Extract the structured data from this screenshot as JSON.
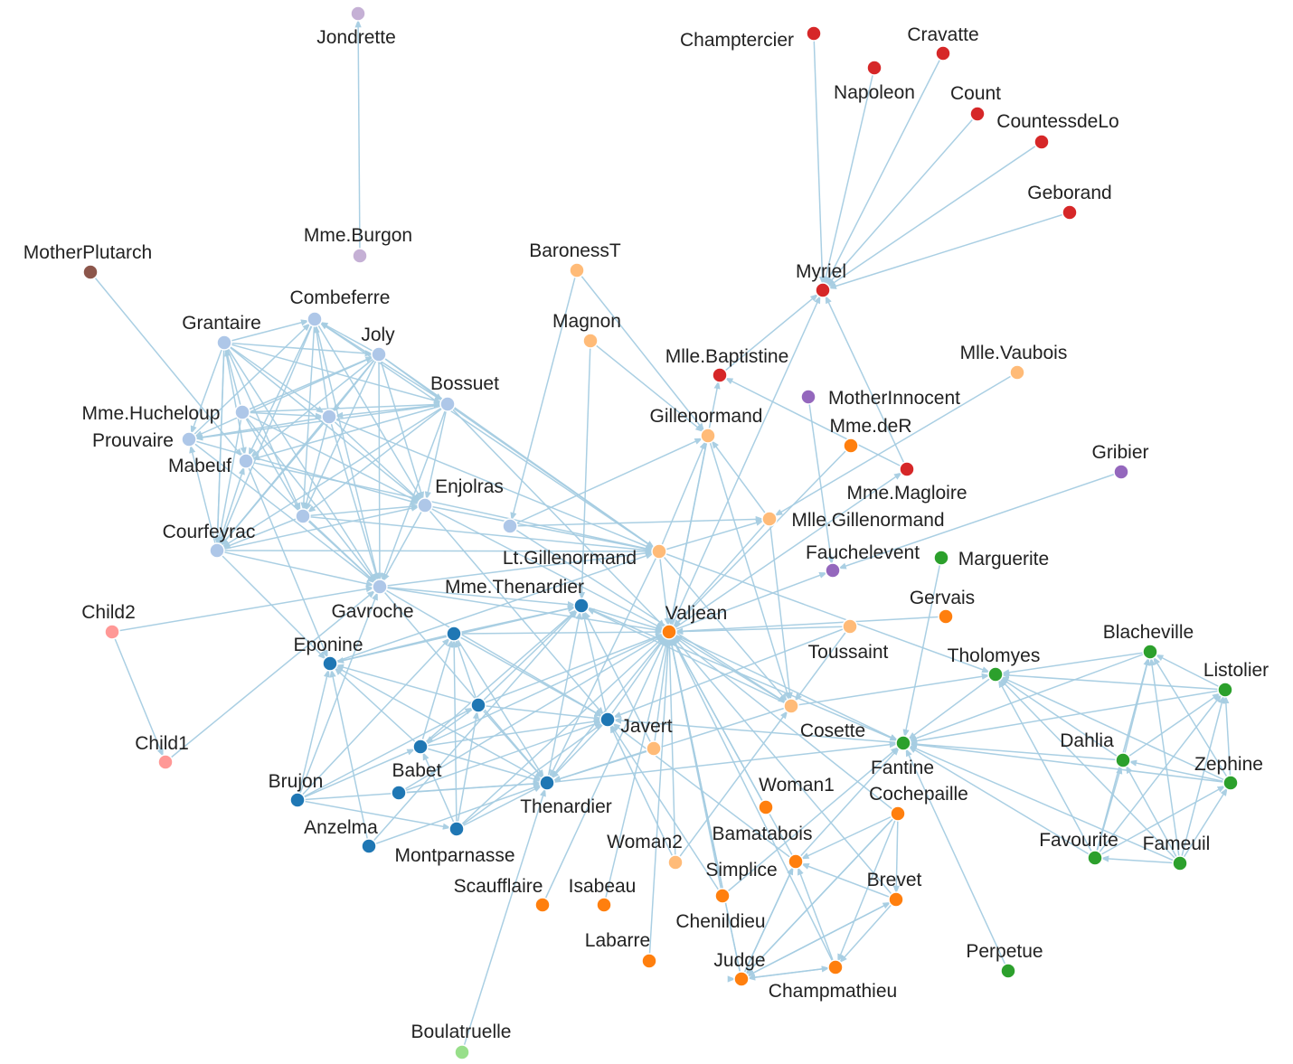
{
  "colors": {
    "edge": "#a6cde2",
    "groups": {
      "bishop": "#d62728",
      "valjean": "#ff7f0e",
      "fantine": "#2ca02c",
      "gillenormand": "#ffbb78",
      "friends": "#aec7e8",
      "thenardier": "#1f77b4",
      "convent": "#9467bd",
      "jondrette": "#c5b0d5",
      "plutarch": "#8c564b",
      "children": "#ff9896",
      "boulatruelle": "#98df8a"
    }
  },
  "nodes": [
    {
      "id": "Myriel",
      "label": "Myriel",
      "group": "bishop"
    },
    {
      "id": "Napoleon",
      "label": "Napoleon",
      "group": "bishop"
    },
    {
      "id": "MlleBaptistine",
      "label": "Mlle.Baptistine",
      "group": "bishop"
    },
    {
      "id": "MmeMagloire",
      "label": "Mme.Magloire",
      "group": "bishop"
    },
    {
      "id": "CountessdeLo",
      "label": "CountessdeLo",
      "group": "bishop"
    },
    {
      "id": "Geborand",
      "label": "Geborand",
      "group": "bishop"
    },
    {
      "id": "Champtercier",
      "label": "Champtercier",
      "group": "bishop"
    },
    {
      "id": "Cravatte",
      "label": "Cravatte",
      "group": "bishop"
    },
    {
      "id": "Count",
      "label": "Count",
      "group": "bishop"
    },
    {
      "id": "Valjean",
      "label": "Valjean",
      "group": "valjean"
    },
    {
      "id": "MmedeR",
      "label": "Mme.deR",
      "group": "valjean"
    },
    {
      "id": "Isabeau",
      "label": "Isabeau",
      "group": "valjean"
    },
    {
      "id": "Gervais",
      "label": "Gervais",
      "group": "valjean"
    },
    {
      "id": "Labarre",
      "label": "Labarre",
      "group": "valjean"
    },
    {
      "id": "Scaufflaire",
      "label": "Scaufflaire",
      "group": "valjean"
    },
    {
      "id": "Woman1",
      "label": "Woman1",
      "group": "valjean"
    },
    {
      "id": "Bamatabois",
      "label": "Bamatabois",
      "group": "valjean"
    },
    {
      "id": "Simplice",
      "label": "Simplice",
      "group": "valjean"
    },
    {
      "id": "Chenildieu",
      "label": "Chenildieu",
      "group": "valjean"
    },
    {
      "id": "Judge",
      "label": "Judge",
      "group": "valjean"
    },
    {
      "id": "Champmathieu",
      "label": "Champmathieu",
      "group": "valjean"
    },
    {
      "id": "Brevet",
      "label": "Brevet",
      "group": "valjean"
    },
    {
      "id": "Cochepaille",
      "label": "Cochepaille",
      "group": "valjean"
    },
    {
      "id": "Fantine",
      "label": "Fantine",
      "group": "fantine"
    },
    {
      "id": "Tholomyes",
      "label": "Tholomyes",
      "group": "fantine"
    },
    {
      "id": "Blacheville",
      "label": "Blacheville",
      "group": "fantine"
    },
    {
      "id": "Listolier",
      "label": "Listolier",
      "group": "fantine"
    },
    {
      "id": "Dahlia",
      "label": "Dahlia",
      "group": "fantine"
    },
    {
      "id": "Zephine",
      "label": "Zephine",
      "group": "fantine"
    },
    {
      "id": "Favourite",
      "label": "Favourite",
      "group": "fantine"
    },
    {
      "id": "Fameuil",
      "label": "Fameuil",
      "group": "fantine"
    },
    {
      "id": "Marguerite",
      "label": "Marguerite",
      "group": "fantine"
    },
    {
      "id": "Perpetue",
      "label": "Perpetue",
      "group": "fantine"
    },
    {
      "id": "BaronessT",
      "label": "BaronessT",
      "group": "gillenormand"
    },
    {
      "id": "Magnon",
      "label": "Magnon",
      "group": "gillenormand"
    },
    {
      "id": "Gillenormand",
      "label": "Gillenormand",
      "group": "gillenormand"
    },
    {
      "id": "MlleVaubois",
      "label": "Mlle.Vaubois",
      "group": "gillenormand"
    },
    {
      "id": "MlleGillenormand",
      "label": "Mlle.Gillenormand",
      "group": "gillenormand"
    },
    {
      "id": "Marius",
      "label": "",
      "group": "gillenormand"
    },
    {
      "id": "Toussaint",
      "label": "Toussaint",
      "group": "gillenormand"
    },
    {
      "id": "Cosette",
      "label": "Cosette",
      "group": "gillenormand"
    },
    {
      "id": "Woman2",
      "label": "Woman2",
      "group": "gillenormand"
    },
    {
      "id": "Pontmercy",
      "label": "",
      "group": "gillenormand"
    },
    {
      "id": "Jondrette",
      "label": "Jondrette",
      "group": "jondrette"
    },
    {
      "id": "MmeBurgon",
      "label": "Mme.Burgon",
      "group": "jondrette"
    },
    {
      "id": "MotherPlutarch",
      "label": "MotherPlutarch",
      "group": "plutarch"
    },
    {
      "id": "Combeferre",
      "label": "Combeferre",
      "group": "friends"
    },
    {
      "id": "Grantaire",
      "label": "Grantaire",
      "group": "friends"
    },
    {
      "id": "Joly",
      "label": "Joly",
      "group": "friends"
    },
    {
      "id": "Bossuet",
      "label": "Bossuet",
      "group": "friends"
    },
    {
      "id": "MmeHucheloup",
      "label": "Mme.Hucheloup",
      "group": "friends"
    },
    {
      "id": "Prouvaire",
      "label": "Prouvaire",
      "group": "friends"
    },
    {
      "id": "Mabeuf",
      "label": "Mabeuf",
      "group": "friends"
    },
    {
      "id": "Feuilly",
      "label": "",
      "group": "friends"
    },
    {
      "id": "Enjolras",
      "label": "Enjolras",
      "group": "friends"
    },
    {
      "id": "Bahorel",
      "label": "",
      "group": "friends"
    },
    {
      "id": "Courfeyrac",
      "label": "Courfeyrac",
      "group": "friends"
    },
    {
      "id": "LtGillenormand",
      "label": "Lt.Gillenormand",
      "group": "friends"
    },
    {
      "id": "Gavroche",
      "label": "Gavroche",
      "group": "friends"
    },
    {
      "id": "MotherInnocent",
      "label": "MotherInnocent",
      "group": "convent"
    },
    {
      "id": "Gribier",
      "label": "Gribier",
      "group": "convent"
    },
    {
      "id": "Fauchelevent",
      "label": "Fauchelevent",
      "group": "convent"
    },
    {
      "id": "MmeThenardier",
      "label": "Mme.Thenardier",
      "group": "thenardier"
    },
    {
      "id": "Eponine",
      "label": "Eponine",
      "group": "thenardier"
    },
    {
      "id": "Thenardier",
      "label": "Thenardier",
      "group": "thenardier"
    },
    {
      "id": "Javert",
      "label": "Javert",
      "group": "thenardier"
    },
    {
      "id": "Gueulemer",
      "label": "",
      "group": "thenardier"
    },
    {
      "id": "Claquesous",
      "label": "",
      "group": "thenardier"
    },
    {
      "id": "Babet",
      "label": "Babet",
      "group": "thenardier"
    },
    {
      "id": "Brujon",
      "label": "Brujon",
      "group": "thenardier"
    },
    {
      "id": "Anzelma",
      "label": "Anzelma",
      "group": "thenardier"
    },
    {
      "id": "Montparnasse",
      "label": "Montparnasse",
      "group": "thenardier"
    },
    {
      "id": "Babet2",
      "label": "",
      "group": "thenardier"
    },
    {
      "id": "Child1",
      "label": "Child1",
      "group": "children"
    },
    {
      "id": "Child2",
      "label": "Child2",
      "group": "children"
    },
    {
      "id": "Boulatruelle",
      "label": "Boulatruelle",
      "group": "boulatruelle"
    }
  ],
  "links": [
    [
      "Napoleon",
      "Myriel"
    ],
    [
      "MlleBaptistine",
      "Myriel"
    ],
    [
      "MmeMagloire",
      "Myriel"
    ],
    [
      "CountessdeLo",
      "Myriel"
    ],
    [
      "Geborand",
      "Myriel"
    ],
    [
      "Champtercier",
      "Myriel"
    ],
    [
      "Cravatte",
      "Myriel"
    ],
    [
      "Count",
      "Myriel"
    ],
    [
      "Valjean",
      "Myriel"
    ],
    [
      "Valjean",
      "MlleBaptistine"
    ],
    [
      "Valjean",
      "MmeMagloire"
    ],
    [
      "MmeMagloire",
      "MlleBaptistine"
    ],
    [
      "MotherInnocent",
      "Fauchelevent"
    ],
    [
      "Gribier",
      "Fauchelevent"
    ],
    [
      "Valjean",
      "Fauchelevent"
    ],
    [
      "MmedeR",
      "Valjean"
    ],
    [
      "Isabeau",
      "Valjean"
    ],
    [
      "Gervais",
      "Valjean"
    ],
    [
      "Labarre",
      "Valjean"
    ],
    [
      "Scaufflaire",
      "Valjean"
    ],
    [
      "Woman1",
      "Valjean"
    ],
    [
      "Woman2",
      "Valjean"
    ],
    [
      "Woman2",
      "Cosette"
    ],
    [
      "Woman2",
      "Javert"
    ],
    [
      "Valjean",
      "Fantine"
    ],
    [
      "Tholomyes",
      "Fantine"
    ],
    [
      "Blacheville",
      "Fantine"
    ],
    [
      "Listolier",
      "Fantine"
    ],
    [
      "Dahlia",
      "Fantine"
    ],
    [
      "Zephine",
      "Fantine"
    ],
    [
      "Favourite",
      "Fantine"
    ],
    [
      "Fameuil",
      "Fantine"
    ],
    [
      "Marguerite",
      "Fantine"
    ],
    [
      "Perpetue",
      "Fantine"
    ],
    [
      "Blacheville",
      "Tholomyes"
    ],
    [
      "Listolier",
      "Tholomyes"
    ],
    [
      "Dahlia",
      "Tholomyes"
    ],
    [
      "Zephine",
      "Tholomyes"
    ],
    [
      "Favourite",
      "Tholomyes"
    ],
    [
      "Fameuil",
      "Tholomyes"
    ],
    [
      "Listolier",
      "Blacheville"
    ],
    [
      "Dahlia",
      "Blacheville"
    ],
    [
      "Zephine",
      "Blacheville"
    ],
    [
      "Favourite",
      "Blacheville"
    ],
    [
      "Fameuil",
      "Blacheville"
    ],
    [
      "Dahlia",
      "Listolier"
    ],
    [
      "Zephine",
      "Listolier"
    ],
    [
      "Favourite",
      "Listolier"
    ],
    [
      "Fameuil",
      "Listolier"
    ],
    [
      "Zephine",
      "Dahlia"
    ],
    [
      "Favourite",
      "Dahlia"
    ],
    [
      "Fameuil",
      "Dahlia"
    ],
    [
      "Favourite",
      "Zephine"
    ],
    [
      "Fameuil",
      "Zephine"
    ],
    [
      "Fameuil",
      "Favourite"
    ],
    [
      "Fantine",
      "Javert"
    ],
    [
      "Bamatabois",
      "Fantine"
    ],
    [
      "Simplice",
      "Fantine"
    ],
    [
      "Simplice",
      "Javert"
    ],
    [
      "Bamatabois",
      "Javert"
    ],
    [
      "Bamatabois",
      "Valjean"
    ],
    [
      "Simplice",
      "Valjean"
    ],
    [
      "Judge",
      "Valjean"
    ],
    [
      "Judge",
      "Bamatabois"
    ],
    [
      "Champmathieu",
      "Valjean"
    ],
    [
      "Champmathieu",
      "Judge"
    ],
    [
      "Champmathieu",
      "Bamatabois"
    ],
    [
      "Brevet",
      "Valjean"
    ],
    [
      "Brevet",
      "Judge"
    ],
    [
      "Brevet",
      "Champmathieu"
    ],
    [
      "Brevet",
      "Bamatabois"
    ],
    [
      "Chenildieu",
      "Valjean"
    ],
    [
      "Chenildieu",
      "Judge"
    ],
    [
      "Chenildieu",
      "Champmathieu"
    ],
    [
      "Chenildieu",
      "Brevet"
    ],
    [
      "Chenildieu",
      "Bamatabois"
    ],
    [
      "Cochepaille",
      "Valjean"
    ],
    [
      "Cochepaille",
      "Judge"
    ],
    [
      "Cochepaille",
      "Champmathieu"
    ],
    [
      "Cochepaille",
      "Brevet"
    ],
    [
      "Cochepaille",
      "Chenildieu"
    ],
    [
      "Cochepaille",
      "Bamatabois"
    ],
    [
      "MmeThenardier",
      "Valjean"
    ],
    [
      "MmeThenardier",
      "Fantine"
    ],
    [
      "Thenardier",
      "MmeThenardier"
    ],
    [
      "Thenardier",
      "Fantine"
    ],
    [
      "Thenardier",
      "Valjean"
    ],
    [
      "Javert",
      "Valjean"
    ],
    [
      "Javert",
      "Thenardier"
    ],
    [
      "Javert",
      "MmeThenardier"
    ],
    [
      "Cosette",
      "Valjean"
    ],
    [
      "Cosette",
      "MmeThenardier"
    ],
    [
      "Cosette",
      "Thenardier"
    ],
    [
      "Cosette",
      "Tholomyes"
    ],
    [
      "Toussaint",
      "Cosette"
    ],
    [
      "Toussaint",
      "Javert"
    ],
    [
      "Toussaint",
      "Valjean"
    ],
    [
      "Gillenormand",
      "Cosette"
    ],
    [
      "Gillenormand",
      "Valjean"
    ],
    [
      "MlleGillenormand",
      "Gillenormand"
    ],
    [
      "MlleGillenormand",
      "Cosette"
    ],
    [
      "MlleGillenormand",
      "Valjean"
    ],
    [
      "MmeBurgon",
      "Jondrette"
    ],
    [
      "Marius",
      "Gillenormand"
    ],
    [
      "Marius",
      "MlleGillenormand"
    ],
    [
      "Marius",
      "Cosette"
    ],
    [
      "Marius",
      "Valjean"
    ],
    [
      "Marius",
      "Tholomyes"
    ],
    [
      "Marius",
      "Thenardier"
    ],
    [
      "Pontmercy",
      "Thenardier"
    ],
    [
      "Pontmercy",
      "MmeThenardier"
    ],
    [
      "Pontmercy",
      "Valjean"
    ],
    [
      "BaronessT",
      "Gillenormand"
    ],
    [
      "BaronessT",
      "LtGillenormand"
    ],
    [
      "MlleVaubois",
      "MlleGillenormand"
    ],
    [
      "LtGillenormand",
      "MlleGillenormand"
    ],
    [
      "LtGillenormand",
      "Gillenormand"
    ],
    [
      "LtGillenormand",
      "Cosette"
    ],
    [
      "Magnon",
      "Gillenormand"
    ],
    [
      "Magnon",
      "MmeThenardier"
    ],
    [
      "Eponine",
      "Marius"
    ],
    [
      "Eponine",
      "MmeThenardier"
    ],
    [
      "Eponine",
      "Thenardier"
    ],
    [
      "Anzelma",
      "Eponine"
    ],
    [
      "Anzelma",
      "Thenardier"
    ],
    [
      "Anzelma",
      "MmeThenardier"
    ],
    [
      "Boulatruelle",
      "Thenardier"
    ],
    [
      "Gueulemer",
      "Thenardier"
    ],
    [
      "Gueulemer",
      "Valjean"
    ],
    [
      "Gueulemer",
      "MmeThenardier"
    ],
    [
      "Gueulemer",
      "Javert"
    ],
    [
      "Gueulemer",
      "Eponine"
    ],
    [
      "Babet",
      "Thenardier"
    ],
    [
      "Babet",
      "Gueulemer"
    ],
    [
      "Babet",
      "Valjean"
    ],
    [
      "Babet",
      "MmeThenardier"
    ],
    [
      "Babet",
      "Javert"
    ],
    [
      "Babet",
      "Eponine"
    ],
    [
      "Claquesous",
      "Thenardier"
    ],
    [
      "Claquesous",
      "Babet"
    ],
    [
      "Claquesous",
      "Gueulemer"
    ],
    [
      "Claquesous",
      "Valjean"
    ],
    [
      "Claquesous",
      "MmeThenardier"
    ],
    [
      "Claquesous",
      "Javert"
    ],
    [
      "Claquesous",
      "Eponine"
    ],
    [
      "Montparnasse",
      "Javert"
    ],
    [
      "Montparnasse",
      "Babet"
    ],
    [
      "Montparnasse",
      "Gueulemer"
    ],
    [
      "Montparnasse",
      "Claquesous"
    ],
    [
      "Montparnasse",
      "Valjean"
    ],
    [
      "Montparnasse",
      "Thenardier"
    ],
    [
      "Brujon",
      "Babet"
    ],
    [
      "Brujon",
      "Gueulemer"
    ],
    [
      "Brujon",
      "Thenardier"
    ],
    [
      "Brujon",
      "Gavroche"
    ],
    [
      "Brujon",
      "Eponine"
    ],
    [
      "Brujon",
      "Claquesous"
    ],
    [
      "Brujon",
      "Montparnasse"
    ],
    [
      "Babet2",
      "Javert"
    ],
    [
      "Babet2",
      "Thenardier"
    ],
    [
      "Babet2",
      "Valjean"
    ],
    [
      "Gavroche",
      "Valjean"
    ],
    [
      "Gavroche",
      "Javert"
    ],
    [
      "Gavroche",
      "Thenardier"
    ],
    [
      "Gavroche",
      "Marius"
    ],
    [
      "Gavroche",
      "MmeThenardier"
    ],
    [
      "Child1",
      "Gavroche"
    ],
    [
      "Child2",
      "Gavroche"
    ],
    [
      "Child2",
      "Child1"
    ],
    [
      "Courfeyrac",
      "Marius"
    ],
    [
      "Courfeyrac",
      "Eponine"
    ],
    [
      "Courfeyrac",
      "Gavroche"
    ],
    [
      "Courfeyrac",
      "Enjolras"
    ],
    [
      "Bahorel",
      "Gavroche"
    ],
    [
      "Bahorel",
      "Courfeyrac"
    ],
    [
      "Bahorel",
      "Enjolras"
    ],
    [
      "Bahorel",
      "Marius"
    ],
    [
      "Enjolras",
      "Marius"
    ],
    [
      "Enjolras",
      "Gavroche"
    ],
    [
      "Enjolras",
      "Javert"
    ],
    [
      "Enjolras",
      "Valjean"
    ],
    [
      "Combeferre",
      "Enjolras"
    ],
    [
      "Combeferre",
      "Marius"
    ],
    [
      "Combeferre",
      "Gavroche"
    ],
    [
      "Combeferre",
      "Courfeyrac"
    ],
    [
      "Combeferre",
      "Bahorel"
    ],
    [
      "Prouvaire",
      "Gavroche"
    ],
    [
      "Prouvaire",
      "Enjolras"
    ],
    [
      "Prouvaire",
      "Combeferre"
    ],
    [
      "Feuilly",
      "Gavroche"
    ],
    [
      "Feuilly",
      "Enjolras"
    ],
    [
      "Feuilly",
      "Prouvaire"
    ],
    [
      "Feuilly",
      "Combeferre"
    ],
    [
      "Feuilly",
      "Bahorel"
    ],
    [
      "Feuilly",
      "Courfeyrac"
    ],
    [
      "Feuilly",
      "Marius"
    ],
    [
      "Bossuet",
      "Marius"
    ],
    [
      "Bossuet",
      "Courfeyrac"
    ],
    [
      "Bossuet",
      "Gavroche"
    ],
    [
      "Bossuet",
      "Bahorel"
    ],
    [
      "Bossuet",
      "Enjolras"
    ],
    [
      "Bossuet",
      "Feuilly"
    ],
    [
      "Bossuet",
      "Prouvaire"
    ],
    [
      "Bossuet",
      "Combeferre"
    ],
    [
      "Bossuet",
      "Valjean"
    ],
    [
      "Joly",
      "Bahorel"
    ],
    [
      "Joly",
      "Bossuet"
    ],
    [
      "Joly",
      "Gavroche"
    ],
    [
      "Joly",
      "Courfeyrac"
    ],
    [
      "Joly",
      "Enjolras"
    ],
    [
      "Joly",
      "Feuilly"
    ],
    [
      "Joly",
      "Prouvaire"
    ],
    [
      "Joly",
      "Combeferre"
    ],
    [
      "Joly",
      "Marius"
    ],
    [
      "Grantaire",
      "Bossuet"
    ],
    [
      "Grantaire",
      "Enjolras"
    ],
    [
      "Grantaire",
      "Combeferre"
    ],
    [
      "Grantaire",
      "Courfeyrac"
    ],
    [
      "Grantaire",
      "Joly"
    ],
    [
      "Grantaire",
      "Gavroche"
    ],
    [
      "Grantaire",
      "Bahorel"
    ],
    [
      "Grantaire",
      "Feuilly"
    ],
    [
      "Grantaire",
      "Prouvaire"
    ],
    [
      "MotherPlutarch",
      "Mabeuf"
    ],
    [
      "Mabeuf",
      "Gavroche"
    ],
    [
      "Mabeuf",
      "Eponine"
    ],
    [
      "Mabeuf",
      "Marius"
    ],
    [
      "MmeHucheloup",
      "Gavroche"
    ],
    [
      "MmeHucheloup",
      "Joly"
    ],
    [
      "MmeHucheloup",
      "Courfeyrac"
    ],
    [
      "MmeHucheloup",
      "Bahorel"
    ],
    [
      "MmeHucheloup",
      "Feuilly"
    ],
    [
      "MmeHucheloup",
      "Enjolras"
    ],
    [
      "MmeHucheloup",
      "Grantaire"
    ],
    [
      "MmeHucheloup",
      "Bossuet"
    ],
    [
      "Courfeyrac",
      "Mabeuf"
    ],
    [
      "Grantaire",
      "Mabeuf"
    ],
    [
      "Combeferre",
      "Mabeuf"
    ],
    [
      "Bossuet",
      "Mabeuf"
    ],
    [
      "Joly",
      "Mabeuf"
    ],
    [
      "Courfeyrac",
      "Prouvaire"
    ],
    [
      "Grantaire",
      "Courfeyrac"
    ]
  ]
}
